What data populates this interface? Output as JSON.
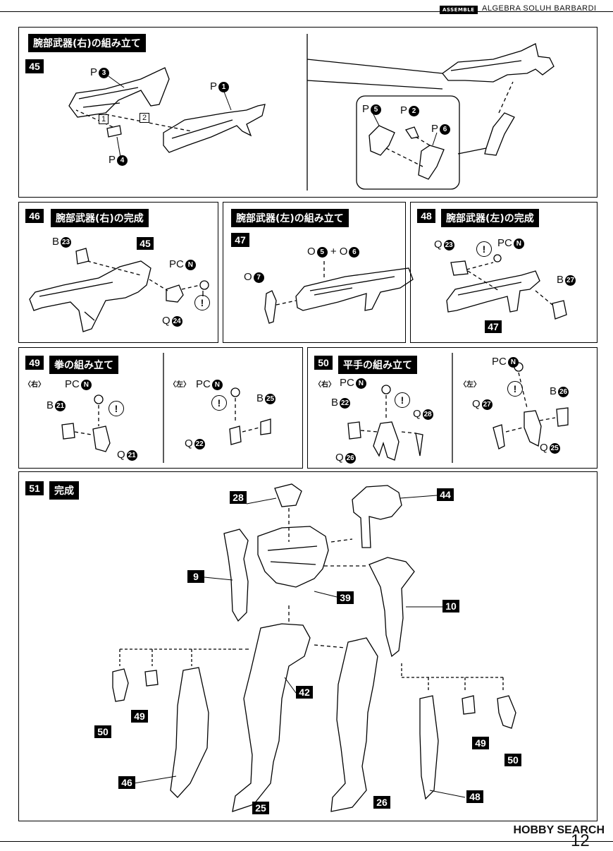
{
  "header": {
    "tag": "ASSEMBLE",
    "title": "ALGEBRA SOLUH BARBARDI"
  },
  "steps": {
    "s45": {
      "no": "45",
      "title": "腕部武器(右)の組み立て",
      "parts": {
        "p3": "3",
        "p1": "1",
        "p4": "4",
        "p5": "5",
        "p2": "2",
        "p6": "6"
      },
      "seq1": "1",
      "seq2": "2",
      "prefix": "P"
    },
    "s46": {
      "no": "46",
      "title": "腕部武器(右)の完成",
      "ref": "45",
      "b": "23",
      "q": "24",
      "pc": "PC",
      "pcpart": "N",
      "bprefix": "B",
      "qprefix": "Q"
    },
    "s47": {
      "no": "47",
      "title": "腕部武器(左)の組み立て",
      "o7": "7",
      "o5": "5",
      "o6": "6",
      "prefix": "O",
      "plus": "+"
    },
    "s48": {
      "no": "48",
      "title": "腕部武器(左)の完成",
      "ref": "47",
      "q": "23",
      "b": "27",
      "pc": "PC",
      "pcpart": "N",
      "bprefix": "B",
      "qprefix": "Q"
    },
    "s49": {
      "no": "49",
      "title": "拳の組み立て",
      "right": {
        "label": "〈右〉",
        "b": "21",
        "q": "21"
      },
      "left": {
        "label": "〈左〉",
        "b": "25",
        "q": "22"
      },
      "pc": "PC",
      "pcpart": "N",
      "bprefix": "B",
      "qprefix": "Q"
    },
    "s50": {
      "no": "50",
      "title": "平手の組み立て",
      "right": {
        "label": "〈右〉",
        "b": "22",
        "q": "26",
        "q2": "28"
      },
      "left": {
        "label": "〈左〉",
        "b": "26",
        "q": "25",
        "q2": "27"
      },
      "pc": "PC",
      "pcpart": "N",
      "bprefix": "B",
      "qprefix": "Q"
    },
    "s51": {
      "no": "51",
      "title": "完成",
      "callouts": [
        "28",
        "44",
        "9",
        "39",
        "10",
        "42",
        "50",
        "49",
        "46",
        "25",
        "26",
        "48",
        "49",
        "50"
      ]
    }
  },
  "excl": "!",
  "footer": {
    "watermark": "HOBBY SEARCH",
    "page": "12"
  }
}
